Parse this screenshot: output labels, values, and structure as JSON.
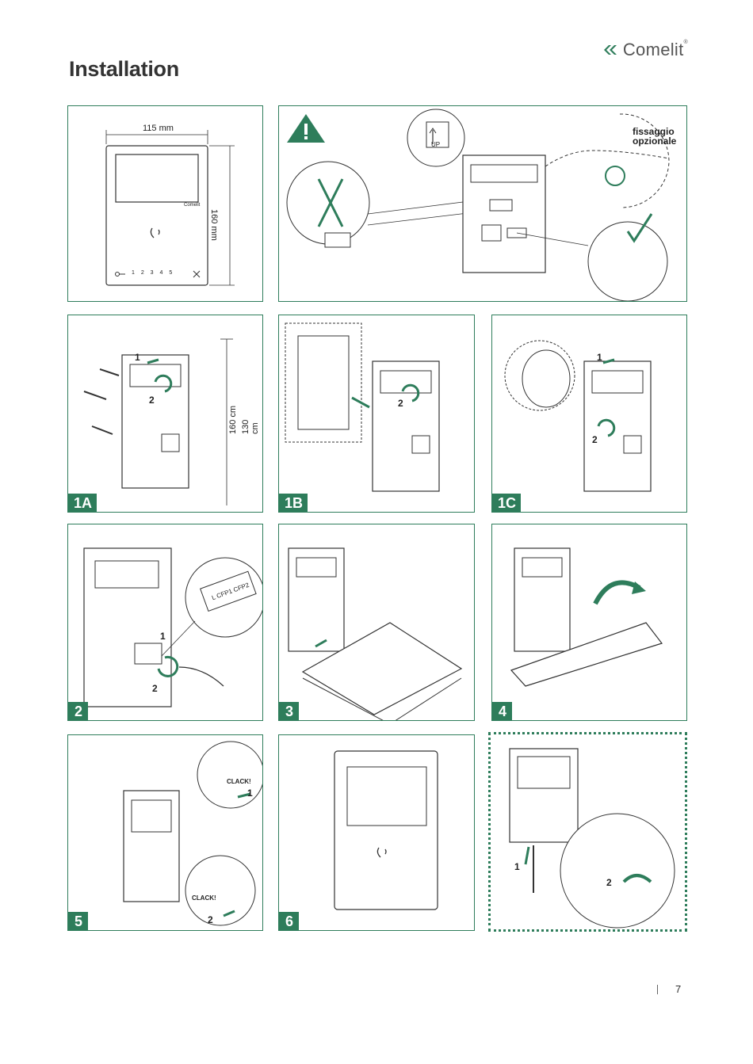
{
  "page": {
    "title": "Installation",
    "brand": "Comelit",
    "brand_reg": "®",
    "page_number": "7"
  },
  "colors": {
    "accent": "#2e7d5b",
    "line": "#333333"
  },
  "panels": {
    "dims": {
      "width": "115 mm",
      "height": "160 mm",
      "logo": "Comelit",
      "keys": "1  2  3  4  5"
    },
    "warning": {
      "up_label": "UP",
      "optional_fixing": "fissaggio opzionale"
    },
    "s1a": {
      "badge": "1A",
      "n1": "1",
      "n2": "2",
      "h1": "160 cm",
      "h2": "130 cm"
    },
    "s1b": {
      "badge": "1B",
      "n2": "2"
    },
    "s1c": {
      "badge": "1C",
      "n1": "1",
      "n2": "2"
    },
    "s2": {
      "badge": "2",
      "n1": "1",
      "n2": "2",
      "terminals": "L  CFP1 CFP2"
    },
    "s3": {
      "badge": "3"
    },
    "s4": {
      "badge": "4"
    },
    "s5": {
      "badge": "5",
      "clack1": "CLACK!",
      "clack2": "CLACK!",
      "n1": "1",
      "n2": "2"
    },
    "s6": {
      "badge": "6"
    },
    "s7": {
      "n1": "1",
      "n2": "2"
    }
  }
}
